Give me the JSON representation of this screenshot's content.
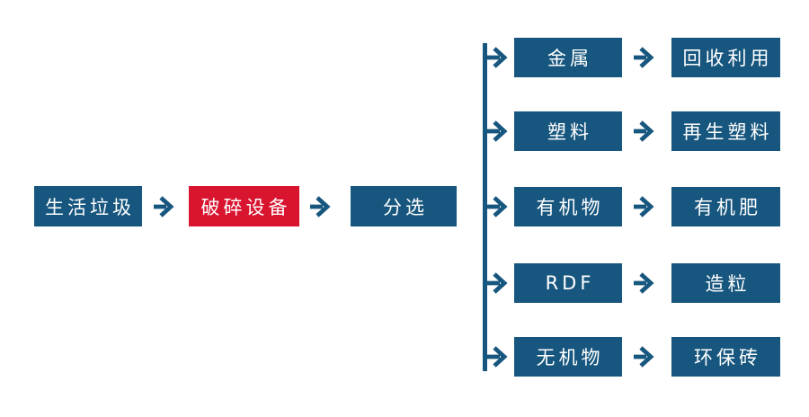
{
  "main_flow": {
    "source": "生活垃圾",
    "crusher": "破碎设备",
    "sorting": "分选"
  },
  "branches": [
    {
      "material": "金属",
      "result": "回收利用"
    },
    {
      "material": "塑料",
      "result": "再生塑料"
    },
    {
      "material": "有机物",
      "result": "有机肥"
    },
    {
      "material": "RDF",
      "result": "造粒"
    },
    {
      "material": "无机物",
      "result": "环保砖"
    }
  ],
  "colors": {
    "node_blue": "#17567E",
    "node_red": "#D8142F",
    "text": "#FFFFFF",
    "background": "#FFFFFF"
  }
}
